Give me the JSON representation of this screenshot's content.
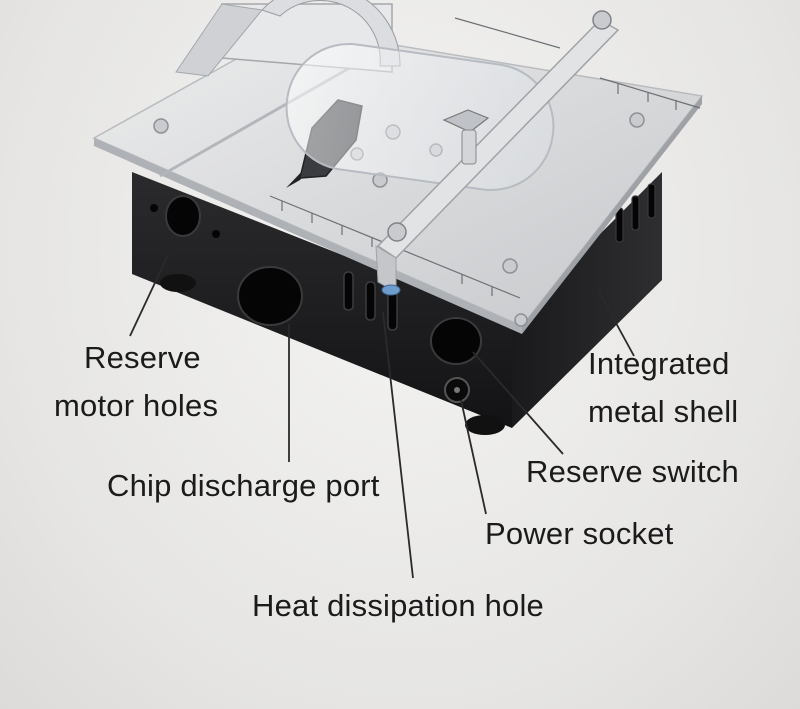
{
  "labels": {
    "reserve_motor_holes": {
      "line1": "Reserve",
      "line2": "motor holes"
    },
    "integrated_metal_shell": {
      "line1": "Integrated",
      "line2": "metal shell"
    },
    "reserve_switch": "Reserve switch",
    "chip_discharge_port": "Chip discharge port",
    "power_socket": "Power socket",
    "heat_dissipation_hole": "Heat dissipation hole"
  },
  "colors": {
    "background": "#e9e8e6",
    "aluminum_top": "#d7d8da",
    "black_body": "#1c1c1e",
    "leader_line": "#2a2a2a",
    "text": "#1b1b1b"
  }
}
